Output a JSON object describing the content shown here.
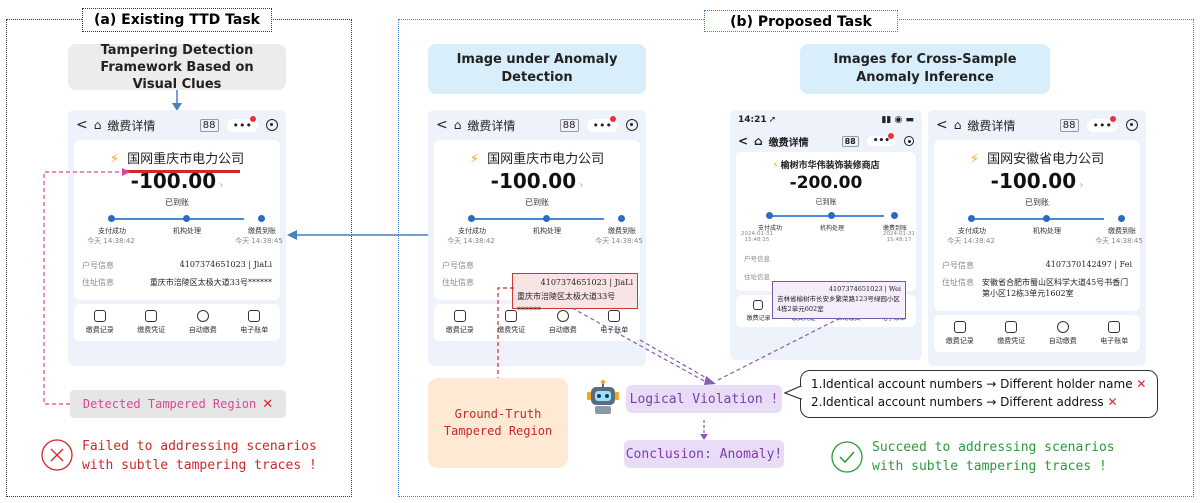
{
  "left_panel": {
    "title": "(a)  Existing TTD Task",
    "framework_label": "Tampering Detection Framework Based on Visual Clues",
    "detected_label": "Detected Tampered Region",
    "fail_line1": "Failed to addressing scenarios",
    "fail_line2": "with subtle tampering traces !"
  },
  "right_panel": {
    "title": "(b) Proposed Task",
    "anomaly_label": "Image under Anomaly Detection",
    "cross_label": "Images for Cross-Sample Anomaly Inference",
    "ground_truth_label": "Ground-Truth Tampered Region",
    "logical_violation": "Logical Violation !",
    "conclusion": "Conclusion: Anomaly!",
    "reason1": "1.Identical account numbers → Different holder name",
    "reason2": "2.Identical account numbers → Different address",
    "succ_line1": "Succeed to addressing scenarios",
    "succ_line2": "with subtle tampering traces !"
  },
  "phone_common": {
    "header": "缴费详情",
    "status": "已到账",
    "step1": "支付成功",
    "step2": "机构处理",
    "step3": "缴费到账",
    "row1_label": "户号信息",
    "row2_label": "住址信息",
    "btn1": "缴费记录",
    "btn2": "缴费凭证",
    "btn3": "自动缴费",
    "btn4": "电子账单"
  },
  "phone1": {
    "company": "国网重庆市电力公司",
    "amount": "-100.00",
    "time1": "今天 14:38:42",
    "time3": "今天 14:38:45",
    "account": "4107374651023 | JiaLi",
    "address": "重庆市涪陵区太极大道33号******"
  },
  "phone2": {
    "company": "国网重庆市电力公司",
    "amount": "-100.00",
    "time1": "今天 14:38:42",
    "time3": "今天 14:38:45",
    "account": "4107374651023 | JiaLi",
    "address": "重庆市涪陵区太极大道33号******"
  },
  "phone3": {
    "statusbar_time": "14:21",
    "company": "榆树市华伟装饰装修商店",
    "amount": "-200.00",
    "time1": "2024-01-31 15:48:15",
    "time3": "2024-01-31 15:48:17",
    "account": "4107374651023 | Wei",
    "address": "吉林省榆树市长安乡繁荣路123号绿园小区4栋2单元602室"
  },
  "phone4": {
    "company": "国网安徽省电力公司",
    "amount": "-100.00",
    "time1": "今天 14:38:42",
    "time3": "今天 14:38:45",
    "account": "4107370142497 | Fei",
    "address": "安徽省合肥市蜀山区科学大道45号书香门第小区12栋3单元1602室"
  },
  "colors": {
    "blue_arrow": "#4a7fc0",
    "red": "#d6262b",
    "purple": "#8a5ab8",
    "green": "#2c9a3c"
  }
}
